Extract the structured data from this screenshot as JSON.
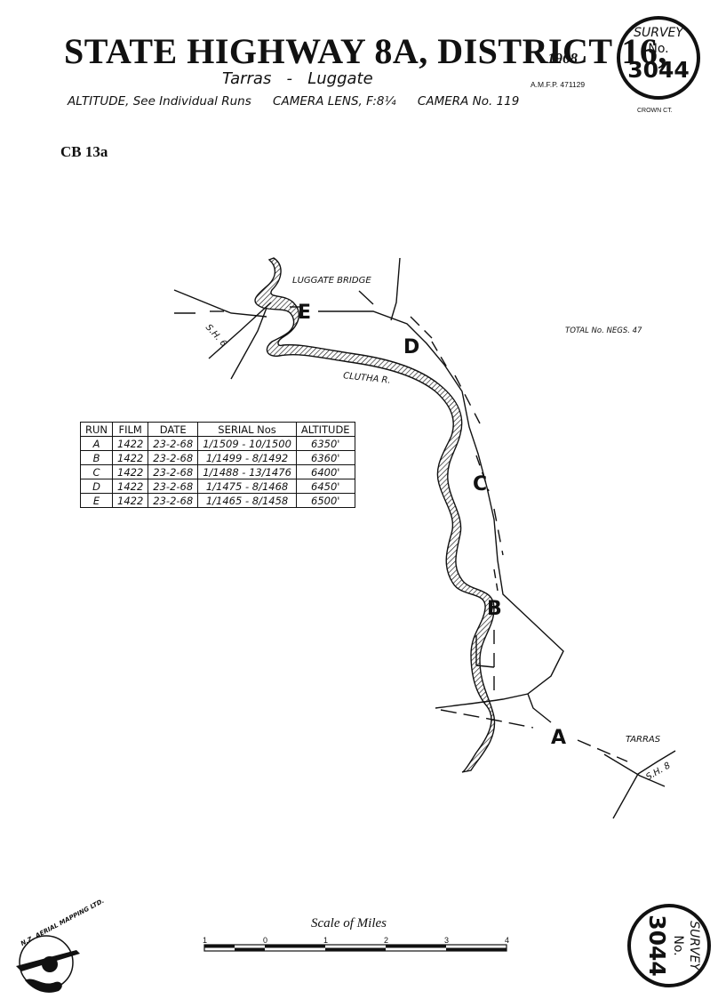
{
  "header": {
    "title": "STATE HIGHWAY 8A, DISTRICT 16,",
    "year": "1968",
    "route_from": "Tarras",
    "route_sep": "-",
    "route_to": "Luggate",
    "amfp": "A.M.F.P. 471129",
    "altitude_note": "ALTITUDE, See Individual Runs",
    "camera_lens": "CAMERA LENS, F:8¼",
    "camera_no": "CAMERA No. 119",
    "crown": "CROWN CT."
  },
  "stamp": {
    "line1": "SURVEY",
    "line2": "No.",
    "number": "3044"
  },
  "cb_label": "CB 13a",
  "map": {
    "labels": {
      "luggate_bridge": "LUGGATE BRIDGE",
      "sh6": "S.H. 6",
      "clutha": "CLUTHA R.",
      "total_negs": "TOTAL No. NEGS. 47",
      "tarras": "TARRAS",
      "sh8": "S.H. 8"
    },
    "runs": [
      "E",
      "D",
      "C",
      "B",
      "A"
    ]
  },
  "run_table": {
    "headers": [
      "RUN",
      "FILM",
      "DATE",
      "SERIAL Nos",
      "ALTITUDE"
    ],
    "rows": [
      [
        "A",
        "1422",
        "23-2-68",
        "1/1509 - 10/1500",
        "6350'"
      ],
      [
        "B",
        "1422",
        "23-2-68",
        "1/1499 - 8/1492",
        "6360'"
      ],
      [
        "C",
        "1422",
        "23-2-68",
        "1/1488 - 13/1476",
        "6400'"
      ],
      [
        "D",
        "1422",
        "23-2-68",
        "1/1475 - 8/1468",
        "6450'"
      ],
      [
        "E",
        "1422",
        "23-2-68",
        "1/1465 - 8/1458",
        "6500'"
      ]
    ]
  },
  "scale": {
    "title": "Scale of Miles",
    "ticks": [
      "1",
      "0",
      "1",
      "2",
      "3",
      "4"
    ]
  },
  "logo_text": "N.Z. AERIAL MAPPING LTD."
}
